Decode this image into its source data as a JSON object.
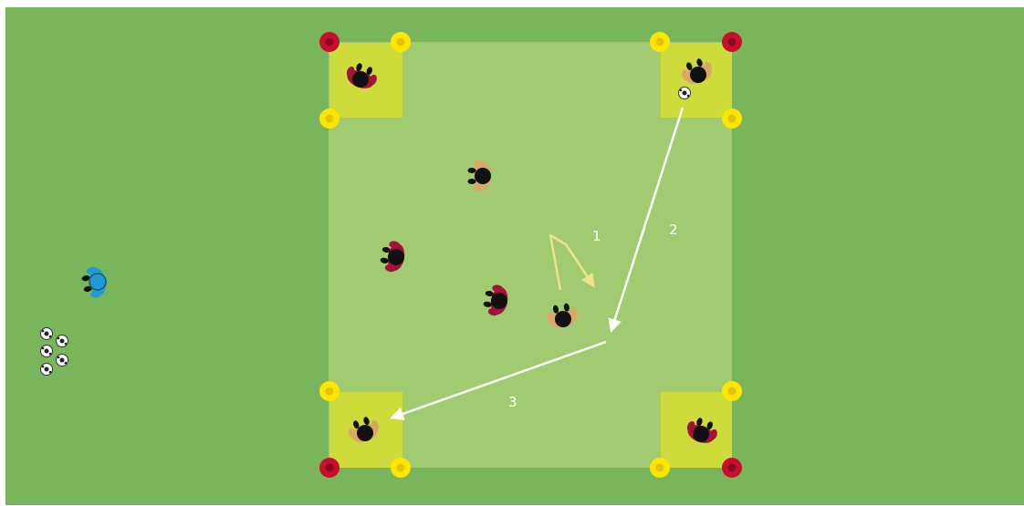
{
  "colors": {
    "pitch": "#79b55b",
    "area": "#a1cb70",
    "corner_box": "#cddc3a",
    "cone_red": "#c8102e",
    "cone_yellow": "#ffe600",
    "team_red": "#a3123a",
    "team_tan": "#dba766",
    "coach_blue": "#1e9ad6",
    "arrow_white": "#ffffff",
    "arrow_yellow": "#f3e08a",
    "label": "#ffffff"
  },
  "labels": {
    "step_1": "1",
    "step_2": "2",
    "step_3": "3"
  },
  "icons": {
    "cone": "cone-icon",
    "player": "player-icon",
    "ball": "soccer-ball-icon",
    "coach": "coach-icon"
  }
}
